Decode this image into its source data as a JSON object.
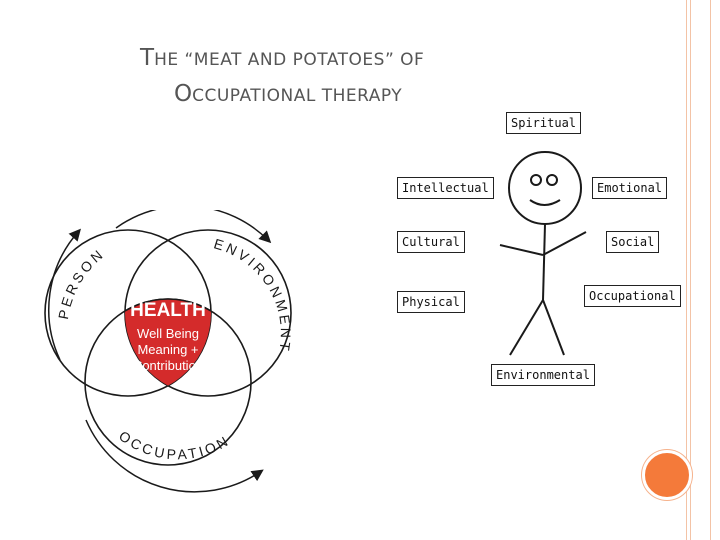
{
  "title": {
    "line1_cap": "T",
    "line1_rest": "HE “MEAT AND POTATOES” OF",
    "line2_cap": "O",
    "line2_rest": "CCUPATIONAL THERAPY"
  },
  "venn": {
    "health_title": "HEALTH",
    "health_line1": "Well Being",
    "health_line2": "Meaning +",
    "health_line3": "Contribution",
    "label_person": "PERSON",
    "label_environment": "ENVIRONMENT",
    "label_occupation": "OCCUPATION",
    "colors": {
      "health": "#d42b2b",
      "outline": "#1a1a1a",
      "shade": "#e9e9e9"
    }
  },
  "stick_figure": {
    "spiritual": "Spiritual",
    "intellectual": "Intellectual",
    "emotional": "Emotional",
    "cultural": "Cultural",
    "social": "Social",
    "physical": "Physical",
    "occupational": "Occupational",
    "environmental": "Environmental"
  },
  "colors": {
    "accent": "#f47a3a",
    "rail": "#f3c3a6",
    "title": "#555555"
  }
}
